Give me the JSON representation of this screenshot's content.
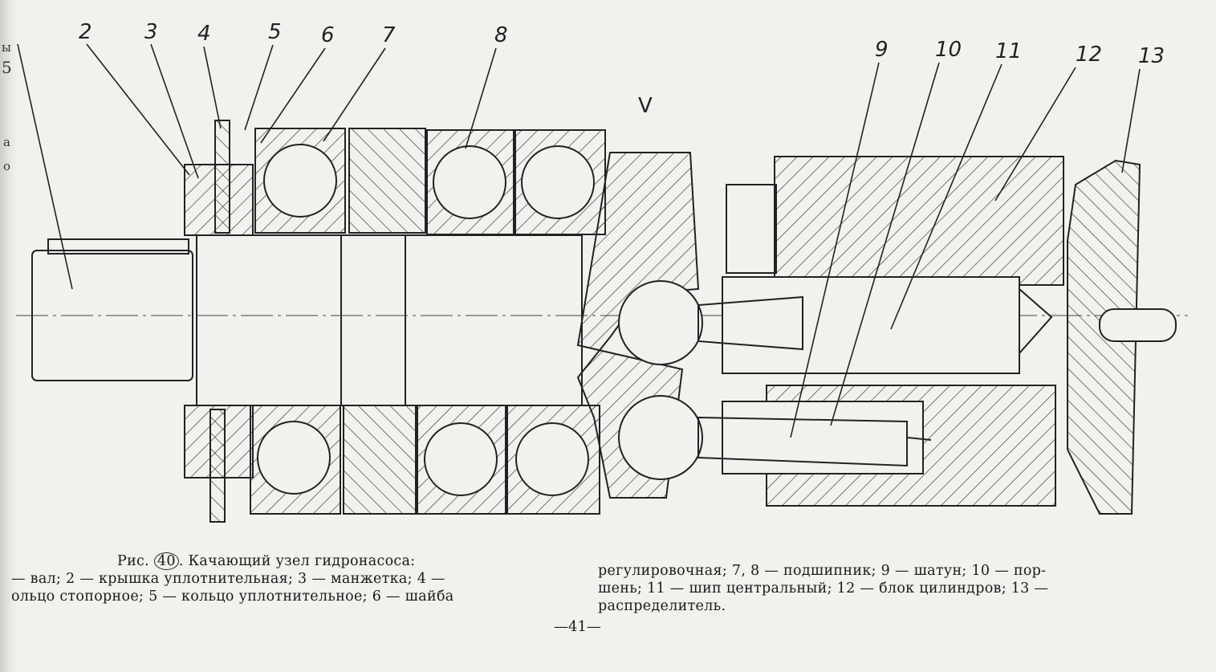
{
  "figure": {
    "view_label": "V",
    "part_numbers": [
      "2",
      "3",
      "4",
      "5",
      "6",
      "7",
      "8",
      "9",
      "10",
      "11",
      "12",
      "13"
    ],
    "caption_prefix": "Рис.",
    "caption_number": "40",
    "caption_title": "Качающий узел гидронасоса:",
    "caption_left_lines": [
      "— вал; 2 — крышка уплотнительная; 3 — манжетка; 4 —",
      "ольцо стопорное; 5 — кольцо уплотнительное; 6 — шайба"
    ],
    "caption_right_lines": [
      "регулировочная; 7, 8 — подшипник; 9 — шатун; 10 — пор-",
      "шень; 11 — шип центральный; 12 — блок цилиндров; 13 —",
      "распределитель."
    ],
    "page_number": "—41—"
  },
  "edge_fragments": [
    "ы",
    "5",
    "а",
    "о"
  ],
  "colors": {
    "ink": "#1b1b1b",
    "paper": "#f2f1ee"
  }
}
